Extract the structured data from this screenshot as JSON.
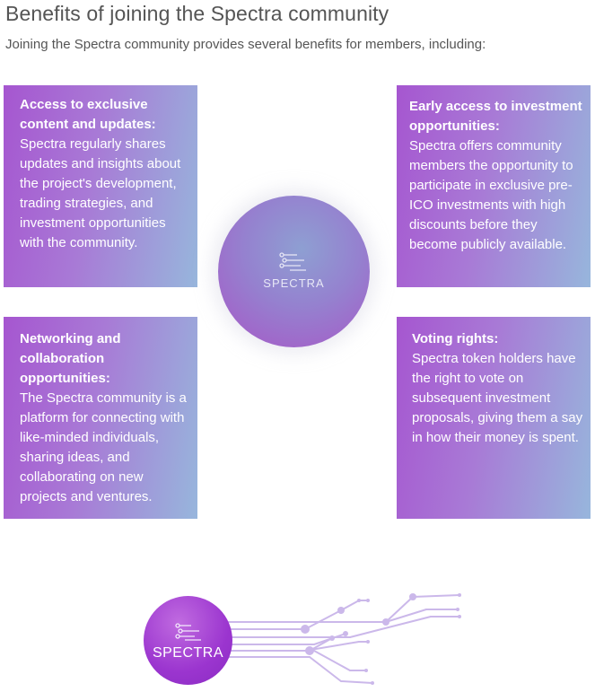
{
  "page": {
    "title": "Benefits of joining the Spectra community",
    "subtitle": "Joining the Spectra community provides several benefits for members, including:"
  },
  "cards": [
    {
      "title": "Access to exclusive content and updates:",
      "body": "Spectra regularly shares updates and insights about the project's development, trading strategies, and investment opportunities with the community."
    },
    {
      "title": "Early access to investment opportunities:",
      "body": "Spectra offers community members the opportunity to participate in exclusive pre-ICO investments with high discounts before they become publicly available."
    },
    {
      "title": "Networking and collaboration opportunities:",
      "body": "The Spectra community is a platform for connecting with like-minded individuals, sharing ideas, and collaborating on new projects and ventures."
    },
    {
      "title": "Voting rights:",
      "body": "Spectra token holders have the right to vote on subsequent investment proposals, giving them a say in how their money is spent."
    }
  ],
  "logos": {
    "center_text": "SPECTRA",
    "bottom_text": "SPECTRA",
    "icon": "circuit-lines-icon"
  },
  "colors": {
    "card_gradient_start": "#a656d0",
    "card_gradient_end": "#97b6dc",
    "bottom_logo": "#9b35cf",
    "circuit": "#c9b5ea",
    "text": "#555555"
  }
}
